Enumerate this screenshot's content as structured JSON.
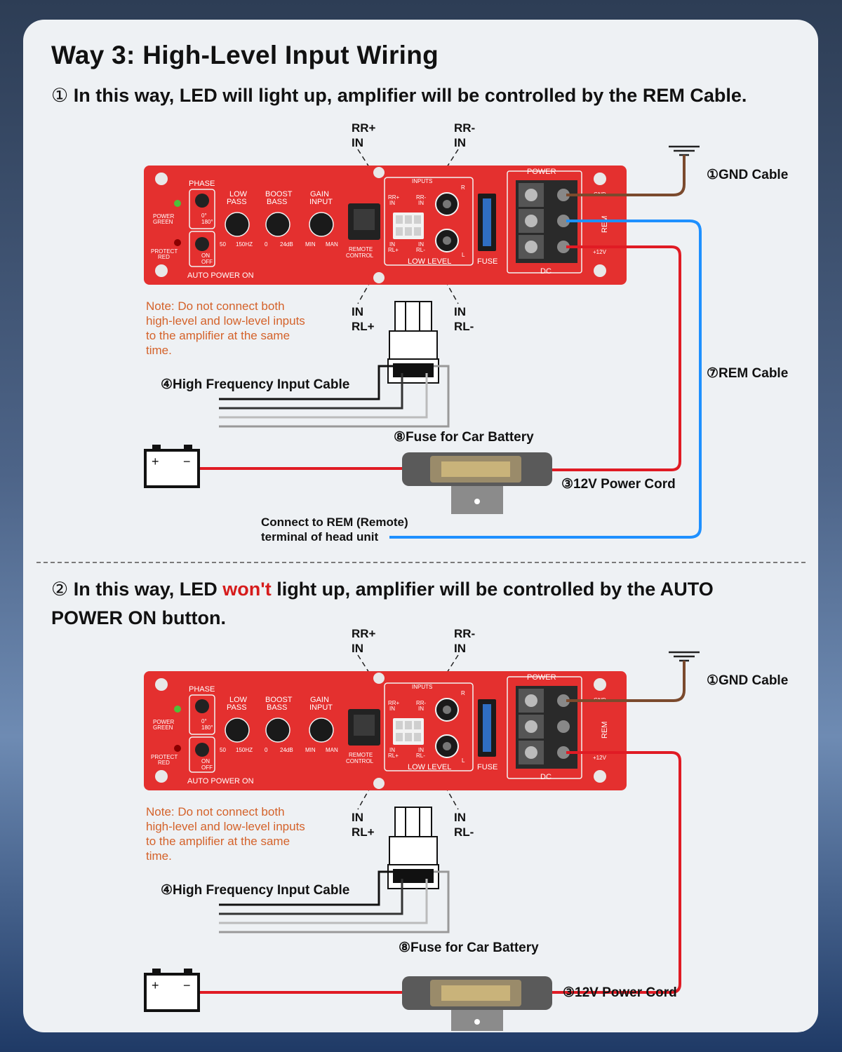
{
  "title": "Way 3: High-Level Input Wiring",
  "section1": {
    "marker": "①",
    "text": "In this way, LED will light up, amplifier will be controlled by the REM Cable."
  },
  "section2": {
    "marker": "②",
    "text_before": "In this way, LED ",
    "text_highlight": "won't",
    "text_after": " light up, amplifier will be controlled by the AUTO",
    "text_line2": "POWER ON button."
  },
  "colors": {
    "amp_red": "#e4302f",
    "gnd_wire": "#7b4a2d",
    "rem_wire": "#1e90ff",
    "power_wire": "#e01b24",
    "highlight": "#d61c1c",
    "note": "#d4622a"
  },
  "pins": {
    "rr_plus": [
      "RR+",
      "IN"
    ],
    "rr_minus": [
      "RR-",
      "IN"
    ],
    "rl_plus": [
      "IN",
      "RL+"
    ],
    "rl_minus": [
      "IN",
      "RL-"
    ]
  },
  "labels": {
    "gnd": "①GND Cable",
    "rem": "⑦REM Cable",
    "hf_input": "④High Frequency Input Cable",
    "fuse": "⑧Fuse for Car Battery",
    "power_cord": "③12V Power Cord",
    "connect_rem": [
      "Connect to REM (Remote)",
      "terminal of head unit"
    ],
    "note": "Note: Do not connect both high-level and low-level inputs to the amplifier at the same time."
  },
  "battery": {
    "plus": "+",
    "minus": "−"
  },
  "amplifier": {
    "phase": "PHASE",
    "phase_opts": [
      "0°",
      "180°"
    ],
    "auto_opts": [
      "ON",
      "OFF"
    ],
    "power_led": [
      "POWER",
      "GREEN"
    ],
    "protect_led": [
      "PROTECT",
      "RED"
    ],
    "low_pass": [
      "LOW",
      "PASS"
    ],
    "low_pass_range": [
      "50",
      "150HZ"
    ],
    "boost_bass": [
      "BOOST",
      "BASS"
    ],
    "boost_range": [
      "0",
      "24dB"
    ],
    "gain_input": [
      "GAIN",
      "INPUT"
    ],
    "gain_range": [
      "MIN",
      "MAN"
    ],
    "auto_power_on": "AUTO POWER ON",
    "remote_control": [
      "REMOTE",
      "CONTROL"
    ],
    "inputs": "INPUTS",
    "low_level": "LOW LEVEL",
    "input_r": "R",
    "input_l": "L",
    "conn_pins": [
      "RR+",
      "IN",
      "RR-",
      "IN",
      "IN",
      "RL+",
      "IN",
      "RL-"
    ],
    "fuse": "FUSE",
    "power": "POWER",
    "dc": "DC",
    "gnd": "GND",
    "rem": "REM",
    "v12": "+12V"
  }
}
